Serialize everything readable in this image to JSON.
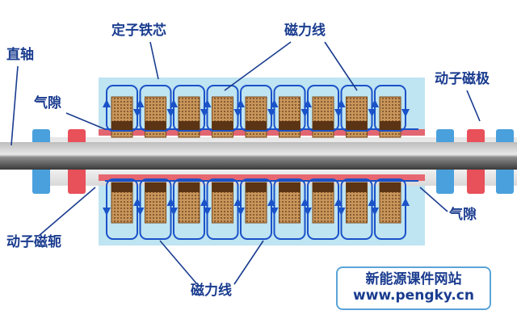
{
  "labels": {
    "stator_core": "定子铁芯",
    "flux_top": "磁力线",
    "shaft": "直轴",
    "air_gap_left": "气隙",
    "mover_pole": "动子磁极",
    "air_gap_right": "气隙",
    "mover_yoke": "动子磁轭",
    "flux_bottom": "磁力线"
  },
  "brand": {
    "name": "新能源课件网站",
    "url": "www.pengky.cn"
  },
  "colors": {
    "label_text": "#1a3c8f",
    "stator_fill": "#bfe4f2",
    "flux_line": "#1a52c8",
    "coil_fill": "#c8955a",
    "coil_dark": "#5a3414",
    "magnet_red": "#e8505a",
    "magnet_blue": "#4aa0dc",
    "shaft": "#555555"
  },
  "icons": {
    "flux_arrow": "flux-arrow-icon",
    "coil": "coil-icon",
    "magnet": "magnet-icon"
  },
  "coils_per_row": 9
}
